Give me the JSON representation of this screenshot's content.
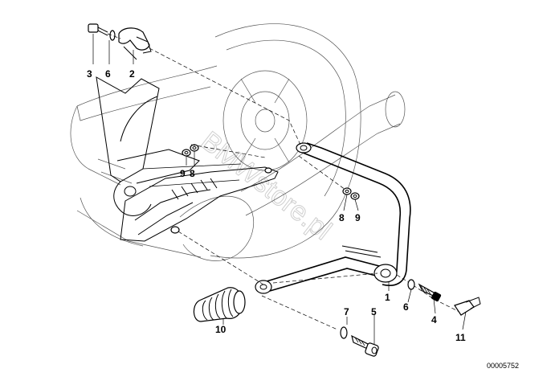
{
  "watermark": "BMWstore.pl",
  "document_id": "00005752",
  "callouts": {
    "c3": "3",
    "c6a": "6",
    "c2": "2",
    "c9a": "9",
    "c8a": "8",
    "c8b": "8",
    "c9b": "9",
    "c1": "1",
    "c6b": "6",
    "c4": "4",
    "c11": "11",
    "c10": "10",
    "c7": "7",
    "c5": "5"
  }
}
